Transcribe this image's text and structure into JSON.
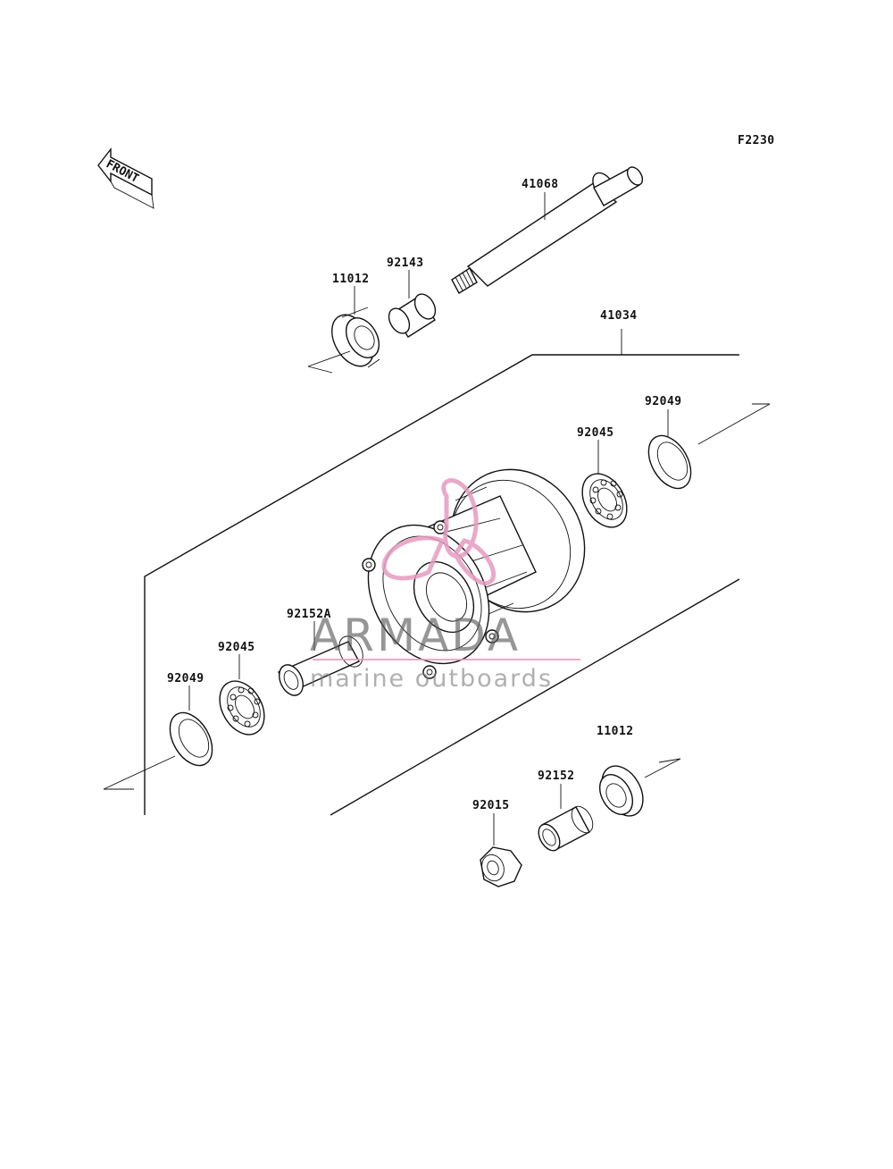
{
  "diagram_code": "F2230",
  "front_label": "FRONT",
  "parts": [
    {
      "id": "p-41068",
      "number": "41068"
    },
    {
      "id": "p-92143",
      "number": "92143"
    },
    {
      "id": "p-11012-top",
      "number": "11012"
    },
    {
      "id": "p-41034",
      "number": "41034"
    },
    {
      "id": "p-92049-right",
      "number": "92049"
    },
    {
      "id": "p-92045-right",
      "number": "92045"
    },
    {
      "id": "p-92152A",
      "number": "92152A"
    },
    {
      "id": "p-92045-left",
      "number": "92045"
    },
    {
      "id": "p-92049-left",
      "number": "92049"
    },
    {
      "id": "p-11012-bottom",
      "number": "11012"
    },
    {
      "id": "p-92152",
      "number": "92152"
    },
    {
      "id": "p-92015",
      "number": "92015"
    }
  ],
  "watermark": {
    "brand": "ARMADA",
    "tagline": "marine outboards",
    "color": "#e79bc0"
  }
}
